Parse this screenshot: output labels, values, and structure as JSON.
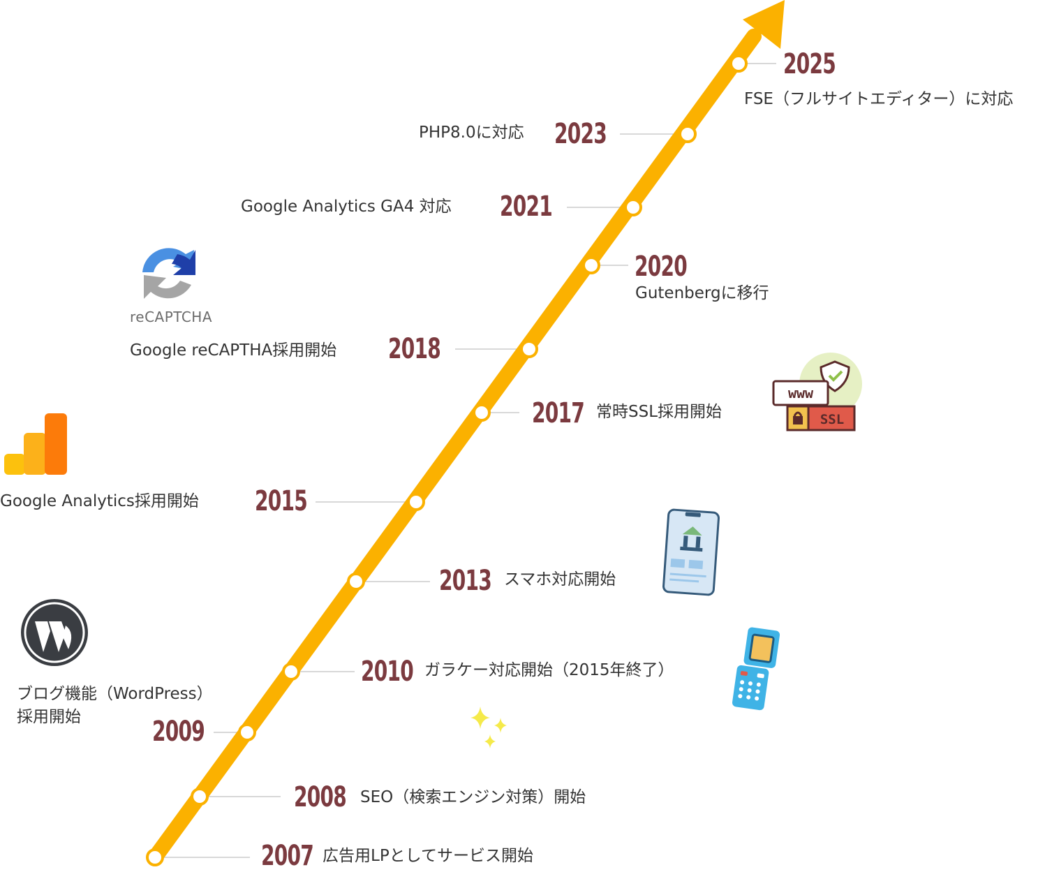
{
  "timeline": {
    "colors": {
      "line": "#fbb100",
      "node_fill": "#ffffff",
      "node_stroke": "#fbb100",
      "connector": "#cccccc",
      "year_text": "#7b3a3f",
      "desc_text": "#333333"
    },
    "events": [
      {
        "year": "2007",
        "label": "広告用LPとしてサービス開始"
      },
      {
        "year": "2008",
        "label": "SEO（検索エンジン対策）開始"
      },
      {
        "year": "2009",
        "label": "ブログ機能（WordPress）",
        "label2": "採用開始"
      },
      {
        "year": "2010",
        "label": "ガラケー対応開始（2015年終了）"
      },
      {
        "year": "2013",
        "label": "スマホ対応開始"
      },
      {
        "year": "2015",
        "label": "Google Analytics採用開始"
      },
      {
        "year": "2017",
        "label": "常時SSL採用開始"
      },
      {
        "year": "2018",
        "label": "Google reCAPTHA採用開始"
      },
      {
        "year": "2020",
        "label": "Gutenbergに移行"
      },
      {
        "year": "2021",
        "label": "Google Analytics GA4 対応"
      },
      {
        "year": "2023",
        "label": "PHP8.0に対応"
      },
      {
        "year": "2025",
        "label": "FSE（フルサイトエディター）に対応"
      }
    ]
  },
  "icons": {
    "recaptcha": {
      "name": "recaptcha-logo",
      "label": "reCAPTCHA"
    },
    "analytics": {
      "name": "google-analytics-logo"
    },
    "wordpress": {
      "name": "wordpress-logo"
    },
    "ssl": {
      "name": "ssl-badge-icon",
      "www_text": "www",
      "ssl_text": "SSL"
    },
    "smartphone": {
      "name": "smartphone-icon"
    },
    "feature_phone": {
      "name": "flip-phone-icon"
    },
    "sparkle": {
      "name": "sparkle-icon"
    }
  }
}
